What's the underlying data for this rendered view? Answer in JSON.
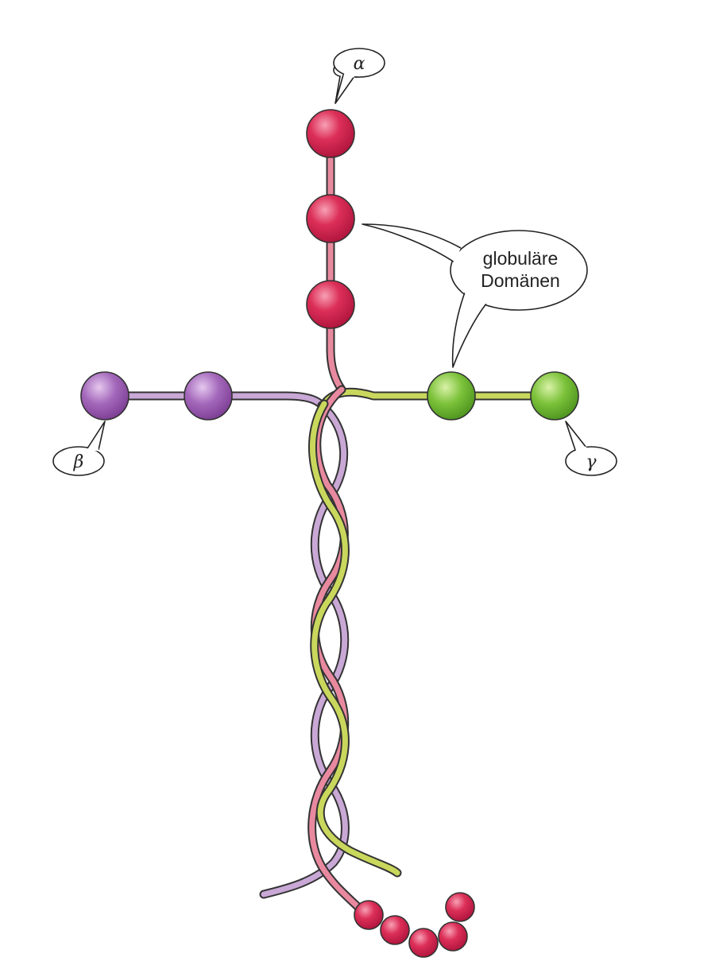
{
  "labels": {
    "alpha": "α",
    "beta": "β",
    "gamma": "γ",
    "globular_line1": "globuläre",
    "globular_line2": "Domänen"
  },
  "colors": {
    "alpha_chain": "#e8899f",
    "alpha_domain": "#d6234f",
    "beta_chain": "#c9a8d6",
    "beta_domain": "#9b5bb0",
    "gamma_chain": "#c9d85c",
    "gamma_domain": "#72b52e"
  }
}
